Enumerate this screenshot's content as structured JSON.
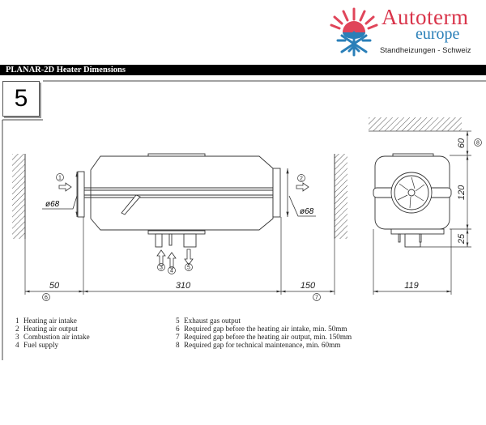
{
  "logo": {
    "brand": "Autoterm",
    "brand_sub": "europe",
    "tagline": "Standheizungen - Schweiz",
    "brand_color": "#d9344a",
    "sub_color": "#2a7fb8"
  },
  "title": "PLANAR-2D Heater Dimensions",
  "section_number": "5",
  "drawing": {
    "dims": {
      "gap_left": "50",
      "length": "310",
      "gap_right": "150",
      "width": "119",
      "gap_top": "60",
      "height": "120",
      "pipes": "25",
      "dia_in": "ø68",
      "dia_out": "ø68"
    },
    "markers": [
      "1",
      "2",
      "3",
      "4",
      "5",
      "6",
      "7",
      "8"
    ]
  },
  "legend": {
    "left": [
      {
        "n": "1",
        "text": "Heating air intake"
      },
      {
        "n": "2",
        "text": "Heating air output"
      },
      {
        "n": "3",
        "text": "Combustion air intake"
      },
      {
        "n": "4",
        "text": "Fuel supply"
      }
    ],
    "right": [
      {
        "n": "5",
        "text": "Exhaust gas output"
      },
      {
        "n": "6",
        "text": "Required gap before the heating air intake, min. 50mm"
      },
      {
        "n": "7",
        "text": "Required gap before the heating air output, min. 150mm"
      },
      {
        "n": "8",
        "text": "Required gap for technical maintenance, min. 60mm"
      }
    ]
  }
}
